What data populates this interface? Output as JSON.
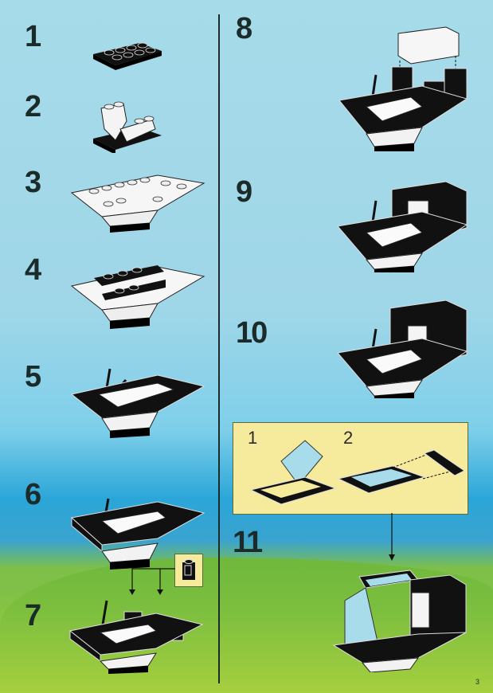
{
  "page": {
    "page_number": "3",
    "colors": {
      "sky": "#a6dbe9",
      "sea": "#2ba6d8",
      "grass": "#8cc63f",
      "inset": "#f6ea9c",
      "ink": "#1b2b2a"
    }
  },
  "steps": [
    {
      "number": "1",
      "description": "black 2x4 plate"
    },
    {
      "number": "2",
      "description": "white slope bricks on black plate"
    },
    {
      "number": "3",
      "description": "white boat hull base"
    },
    {
      "number": "4",
      "description": "hull with black plates added"
    },
    {
      "number": "5",
      "description": "black deck with levers"
    },
    {
      "number": "6",
      "description": "second black layer"
    },
    {
      "number": "7",
      "description": "add two 1x1 window bricks"
    },
    {
      "number": "8",
      "description": "add white 2x4 brick"
    },
    {
      "number": "9",
      "description": "cabin walls"
    },
    {
      "number": "10",
      "description": "cabin completed"
    },
    {
      "number": "11",
      "description": "attach windscreen assembly"
    }
  ],
  "subassembly": {
    "sub_steps": [
      {
        "number": "1",
        "description": "insert transparent windscreen into frame"
      },
      {
        "number": "2",
        "description": "attach black 1x4 brick"
      }
    ]
  },
  "callout": {
    "description": "1x1 window brick x2"
  }
}
